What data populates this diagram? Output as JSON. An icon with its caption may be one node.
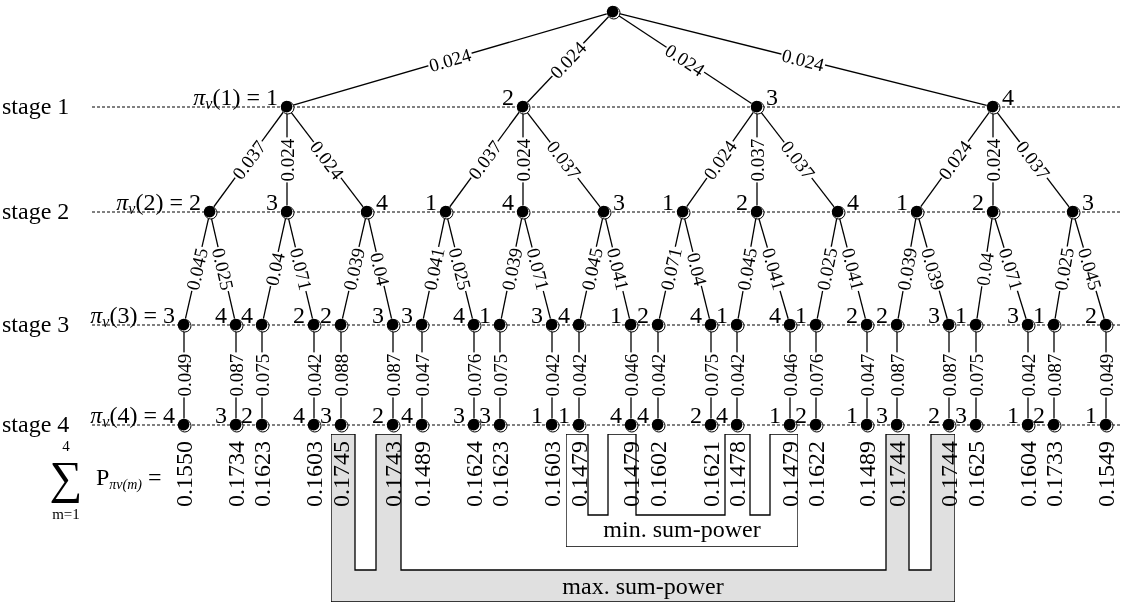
{
  "diagram": {
    "nodes": [
      {
        "text": [],
        "shape": "circle"
      },
      {
        "text": [
          "*π*$_{v}$(1) = 1"
        ]
      },
      {
        "text": [
          "2"
        ]
      },
      {
        "text": [
          "3"
        ]
      },
      {
        "text": [
          "4"
        ]
      },
      {
        "text": [
          "*π*$_{v}$(2) = 2"
        ]
      },
      {
        "text": [
          "3"
        ]
      },
      {
        "text": [
          "4"
        ]
      },
      {
        "text": [
          "1"
        ]
      },
      {
        "text": [
          "4"
        ]
      },
      {
        "text": [
          "3"
        ]
      },
      {
        "text": [
          "1"
        ]
      },
      {
        "text": [
          "2"
        ]
      },
      {
        "text": [
          "4"
        ]
      },
      {
        "text": [
          "1"
        ]
      },
      {
        "text": [
          "2"
        ]
      },
      {
        "text": [
          "3"
        ]
      },
      {
        "text": [
          "*π*$_{v}$(3) = 3"
        ]
      },
      {
        "text": [
          "4"
        ]
      },
      {
        "text": [
          "4"
        ]
      },
      {
        "text": [
          "2"
        ]
      },
      {
        "text": [
          "2"
        ]
      },
      {
        "text": [
          "3"
        ]
      },
      {
        "text": [
          "3"
        ]
      },
      {
        "text": [
          "4"
        ]
      },
      {
        "text": [
          "1"
        ]
      },
      {
        "text": [
          "3"
        ]
      },
      {
        "text": [
          "4"
        ]
      },
      {
        "text": [
          "1"
        ]
      },
      {
        "text": [
          "2"
        ]
      },
      {
        "text": [
          "4"
        ]
      },
      {
        "text": [
          "1"
        ]
      },
      {
        "text": [
          "4"
        ]
      },
      {
        "text": [
          "1"
        ]
      },
      {
        "text": [
          "2"
        ]
      },
      {
        "text": [
          "2"
        ]
      },
      {
        "text": [
          "3"
        ]
      },
      {
        "text": [
          "1"
        ]
      },
      {
        "text": [
          "3"
        ]
      },
      {
        "text": [
          "1"
        ]
      },
      {
        "text": [
          "2"
        ]
      },
      {
        "text": [
          "*π*$_{v}$(4) = 4"
        ],
        "beside": [
          "0.1550"
        ]
      },
      {
        "text": [
          "3"
        ],
        "beside": [
          "0.1734"
        ]
      },
      {
        "text": [
          "2"
        ],
        "beside": [
          "0.1623"
        ]
      },
      {
        "text": [
          "4"
        ],
        "beside": [
          "0.1603"
        ]
      },
      {
        "text": [
          "3"
        ],
        "beside": [
          "0.1745"
        ]
      },
      {
        "text": [
          "2"
        ],
        "beside": [
          "0.1743"
        ]
      },
      {
        "text": [
          "4"
        ],
        "beside": [
          "0.1489"
        ]
      },
      {
        "text": [
          "3"
        ],
        "beside": [
          "0.1624"
        ]
      },
      {
        "text": [
          "3"
        ],
        "beside": [
          "0.1623"
        ]
      },
      {
        "text": [
          "1"
        ],
        "beside": [
          "0.1603"
        ]
      },
      {
        "text": [
          "1"
        ],
        "beside": [
          "0.1479"
        ]
      },
      {
        "text": [
          "4"
        ],
        "beside": [
          "0.1479"
        ]
      },
      {
        "text": [
          "4"
        ],
        "beside": [
          "0.1602"
        ]
      },
      {
        "text": [
          "2"
        ],
        "beside": [
          "0.1621"
        ]
      },
      {
        "text": [
          "4"
        ],
        "beside": [
          "0.1478"
        ]
      },
      {
        "text": [
          "1"
        ],
        "beside": [
          "0.1479"
        ]
      },
      {
        "text": [
          "2"
        ],
        "beside": [
          "0.1622"
        ]
      },
      {
        "text": [
          "1"
        ],
        "beside": [
          "0.1489"
        ]
      },
      {
        "text": [
          "3"
        ],
        "beside": [
          "0.1744"
        ]
      },
      {
        "text": [
          "2"
        ],
        "beside": [
          "0.1744"
        ]
      },
      {
        "text": [
          "3"
        ],
        "beside": [
          "0.1625"
        ]
      },
      {
        "text": [
          "1"
        ],
        "beside": [
          "0.1604"
        ]
      },
      {
        "text": [
          "2"
        ],
        "beside": [
          "0.1733"
        ]
      },
      {
        "text": [
          "1"
        ],
        "beside": [
          "0.1549"
        ]
      },
      {
        "text": [
          "min. sum-power"
        ]
      },
      {
        "text": [
          "max. sum-power"
        ]
      }
    ],
    "edges": [
      {
        "from": 0,
        "to": 1,
        "arrow": "none",
        "label": "0.024"
      },
      {
        "from": 0,
        "to": 2,
        "arrow": "none",
        "label": "0.024"
      },
      {
        "from": 0,
        "to": 3,
        "arrow": "none",
        "label": "0.024"
      },
      {
        "from": 0,
        "to": 4,
        "arrow": "none",
        "label": "0.024"
      },
      {
        "from": 1,
        "to": 5,
        "arrow": "none",
        "label": "0.037"
      },
      {
        "from": 1,
        "to": 6,
        "arrow": "none",
        "label": "0.024"
      },
      {
        "from": 1,
        "to": 7,
        "arrow": "none",
        "label": "0.024"
      },
      {
        "from": 2,
        "to": 8,
        "arrow": "none",
        "label": "0.037"
      },
      {
        "from": 2,
        "to": 9,
        "arrow": "none",
        "label": "0.024"
      },
      {
        "from": 2,
        "to": 10,
        "arrow": "none",
        "label": "0.037"
      },
      {
        "from": 3,
        "to": 11,
        "arrow": "none",
        "label": "0.024"
      },
      {
        "from": 3,
        "to": 12,
        "arrow": "none",
        "label": "0.037"
      },
      {
        "from": 3,
        "to": 13,
        "arrow": "none",
        "label": "0.037"
      },
      {
        "from": 4,
        "to": 14,
        "arrow": "none",
        "label": "0.024"
      },
      {
        "from": 4,
        "to": 15,
        "arrow": "none",
        "label": "0.024"
      },
      {
        "from": 4,
        "to": 16,
        "arrow": "none",
        "label": "0.037"
      },
      {
        "from": 5,
        "to": 17,
        "arrow": "none",
        "label": "0.045"
      },
      {
        "from": 5,
        "to": 18,
        "arrow": "none",
        "label": "0.025"
      },
      {
        "from": 6,
        "to": 19,
        "arrow": "none",
        "label": "0.04"
      },
      {
        "from": 6,
        "to": 20,
        "arrow": "none",
        "label": "0.071"
      },
      {
        "from": 7,
        "to": 21,
        "arrow": "none",
        "label": "0.039"
      },
      {
        "from": 7,
        "to": 22,
        "arrow": "none",
        "label": "0.04"
      },
      {
        "from": 8,
        "to": 23,
        "arrow": "none",
        "label": "0.041"
      },
      {
        "from": 8,
        "to": 24,
        "arrow": "none",
        "label": "0.025"
      },
      {
        "from": 9,
        "to": 25,
        "arrow": "none",
        "label": "0.039"
      },
      {
        "from": 9,
        "to": 26,
        "arrow": "none",
        "label": "0.071"
      },
      {
        "from": 10,
        "to": 27,
        "arrow": "none",
        "label": "0.045"
      },
      {
        "from": 10,
        "to": 28,
        "arrow": "none",
        "label": "0.041"
      },
      {
        "from": 11,
        "to": 29,
        "arrow": "none",
        "label": "0.071"
      },
      {
        "from": 11,
        "to": 30,
        "arrow": "none",
        "label": "0.04"
      },
      {
        "from": 12,
        "to": 31,
        "arrow": "none",
        "label": "0.045"
      },
      {
        "from": 12,
        "to": 32,
        "arrow": "none",
        "label": "0.041"
      },
      {
        "from": 13,
        "to": 33,
        "arrow": "none",
        "label": "0.025"
      },
      {
        "from": 13,
        "to": 34,
        "arrow": "none",
        "label": "0.041"
      },
      {
        "from": 14,
        "to": 35,
        "arrow": "none",
        "label": "0.039"
      },
      {
        "from": 14,
        "to": 36,
        "arrow": "none",
        "label": "0.039"
      },
      {
        "from": 15,
        "to": 37,
        "arrow": "none",
        "label": "0.04"
      },
      {
        "from": 15,
        "to": 38,
        "arrow": "none",
        "label": "0.071"
      },
      {
        "from": 16,
        "to": 39,
        "arrow": "none",
        "label": "0.025"
      },
      {
        "from": 16,
        "to": 40,
        "arrow": "none",
        "label": "0.045"
      },
      {
        "from": 17,
        "to": 41,
        "arrow": "none",
        "label": "0.049"
      },
      {
        "from": 18,
        "to": 42,
        "arrow": "none",
        "label": "0.087"
      },
      {
        "from": 19,
        "to": 43,
        "arrow": "none",
        "label": "0.075"
      },
      {
        "from": 20,
        "to": 44,
        "arrow": "none",
        "label": "0.042"
      },
      {
        "from": 21,
        "to": 45,
        "arrow": "none",
        "label": "0.088"
      },
      {
        "from": 22,
        "to": 46,
        "arrow": "none",
        "label": "0.087"
      },
      {
        "from": 23,
        "to": 47,
        "arrow": "none",
        "label": "0.047"
      },
      {
        "from": 24,
        "to": 48,
        "arrow": "none",
        "label": "0.076"
      },
      {
        "from": 25,
        "to": 49,
        "arrow": "none",
        "label": "0.075"
      },
      {
        "from": 26,
        "to": 50,
        "arrow": "none",
        "label": "0.042"
      },
      {
        "from": 27,
        "to": 51,
        "arrow": "none",
        "label": "0.042"
      },
      {
        "from": 28,
        "to": 52,
        "arrow": "none",
        "label": "0.046"
      },
      {
        "from": 29,
        "to": 53,
        "arrow": "none",
        "label": "0.042"
      },
      {
        "from": 30,
        "to": 54,
        "arrow": "none",
        "label": "0.075"
      },
      {
        "from": 31,
        "to": 55,
        "arrow": "none",
        "label": "0.042"
      },
      {
        "from": 32,
        "to": 56,
        "arrow": "none",
        "label": "0.046"
      },
      {
        "from": 33,
        "to": 57,
        "arrow": "none",
        "label": "0.076"
      },
      {
        "from": 34,
        "to": 58,
        "arrow": "none",
        "label": "0.047"
      },
      {
        "from": 35,
        "to": 59,
        "arrow": "none",
        "label": "0.087"
      },
      {
        "from": 36,
        "to": 60,
        "arrow": "none",
        "label": "0.087"
      },
      {
        "from": 37,
        "to": 61,
        "arrow": "none",
        "label": "0.075"
      },
      {
        "from": 38,
        "to": 62,
        "arrow": "none",
        "label": "0.042"
      },
      {
        "from": 39,
        "to": 63,
        "arrow": "none",
        "label": "0.087"
      },
      {
        "from": 40,
        "to": 64,
        "arrow": "none",
        "label": "0.049"
      }
    ],
    "labels": [
      "stage 1",
      "stage 2",
      "stage 3",
      "stage 4",
      "4",
      "∑",
      "m=1",
      "P$_{πv(m)}$ ="
    ]
  }
}
